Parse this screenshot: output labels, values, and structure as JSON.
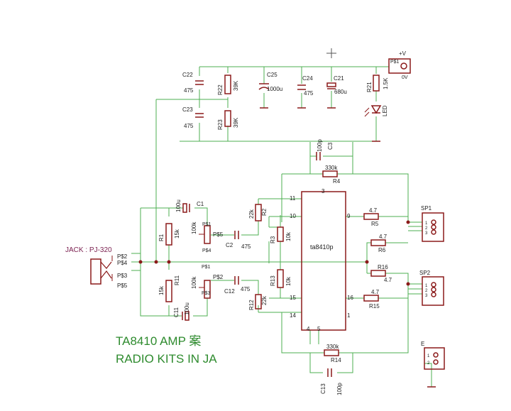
{
  "title": {
    "line1": "TA8410  AMP 案",
    "line2": "RADIO KITS IN JA"
  },
  "chip": {
    "name": "ta8410p"
  },
  "jack": {
    "label": "JACK : PJ-320",
    "pins": [
      "P$2",
      "P$4",
      "P$3",
      "P$5"
    ]
  },
  "power": {
    "connector": "P$1",
    "plus": "+V",
    "zero": "0V"
  },
  "speakers": [
    {
      "name": "SP1"
    },
    {
      "name": "SP2"
    },
    {
      "name": "E"
    }
  ],
  "pins": {
    "p3": "3",
    "p4": "4",
    "p5": "5",
    "p9": "9",
    "p10": "10",
    "p11": "11",
    "p14": "14",
    "p15": "15",
    "p16": "16",
    "p1": "1",
    "c1": "1",
    "c2": "2",
    "c3": "3"
  },
  "components": {
    "C22": {
      "name": "C22",
      "value": "475"
    },
    "C23": {
      "name": "C23",
      "value": "475"
    },
    "R22": {
      "name": "R22",
      "value": "39K"
    },
    "R23": {
      "name": "R23",
      "value": "39K"
    },
    "C25": {
      "name": "C25",
      "value": "1000u"
    },
    "C24": {
      "name": "C24",
      "value": "475"
    },
    "C21": {
      "name": "C21",
      "value": "680u"
    },
    "R21": {
      "name": "R21",
      "value": "1.5K"
    },
    "LED": {
      "name": "LED"
    },
    "C3": {
      "name": "C3",
      "value": "100p"
    },
    "R4": {
      "name": "R4",
      "value": "330k"
    },
    "C1": {
      "name": "C1",
      "value": "100u"
    },
    "R1": {
      "name": "R1",
      "value": "15k"
    },
    "R2": {
      "name": "R2",
      "value": "22k"
    },
    "C2": {
      "name": "C2",
      "value": "475"
    },
    "R3": {
      "name": "R3",
      "value": "10k"
    },
    "R5": {
      "name": "R5",
      "value": "4.7"
    },
    "R6": {
      "name": "R6",
      "value": "4.7"
    },
    "R16": {
      "name": "R16",
      "value": "4.7"
    },
    "R15": {
      "name": "R15",
      "value": "4.7"
    },
    "R11": {
      "name": "R11",
      "value": "15k"
    },
    "C12": {
      "name": "C12",
      "value": "475"
    },
    "R13": {
      "name": "R13",
      "value": "10k"
    },
    "R12": {
      "name": "R12",
      "value": "22k"
    },
    "C11": {
      "name": "C11",
      "value": "100u"
    },
    "R14": {
      "name": "R14",
      "value": "330k"
    },
    "C13": {
      "name": "C13",
      "value": "100p"
    },
    "VR1": {
      "name": "P$5",
      "pins": [
        "P$1",
        "P$4"
      ],
      "value": "100k"
    },
    "VR2": {
      "name": "P$2",
      "pins": [
        "P$1",
        "P$3"
      ],
      "value": "100k"
    }
  }
}
